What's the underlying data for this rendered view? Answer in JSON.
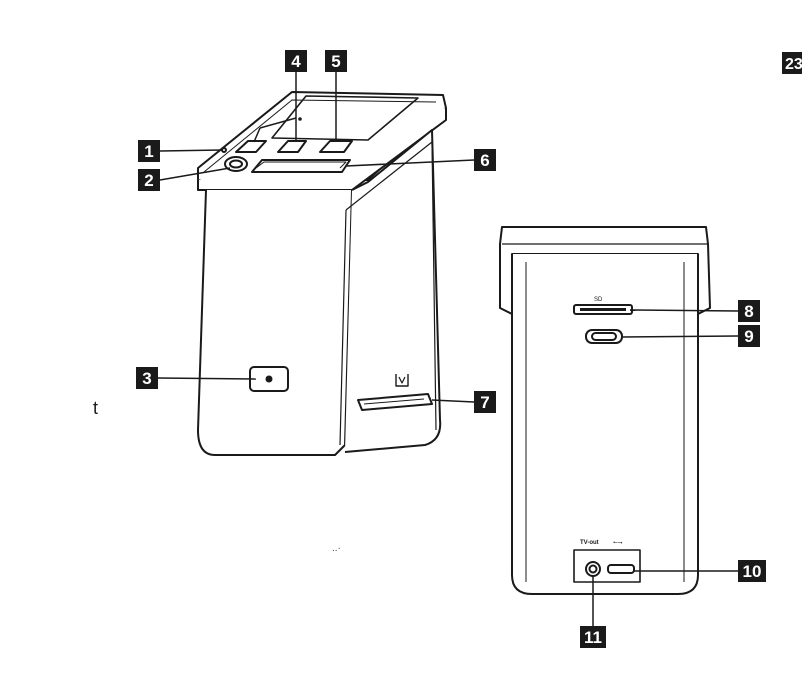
{
  "page_number": "23",
  "stray_letter": "t",
  "stray_marks": "..·",
  "port_labels": {
    "sd_slot": "SD",
    "tv_out": "TV-out",
    "usb": "⭠⭢"
  },
  "callouts": [
    {
      "id": "1",
      "label": "1"
    },
    {
      "id": "2",
      "label": "2"
    },
    {
      "id": "3",
      "label": "3"
    },
    {
      "id": "4",
      "label": "4"
    },
    {
      "id": "5",
      "label": "5"
    },
    {
      "id": "6",
      "label": "6"
    },
    {
      "id": "7",
      "label": "7"
    },
    {
      "id": "8",
      "label": "8"
    },
    {
      "id": "9",
      "label": "9"
    },
    {
      "id": "10",
      "label": "10"
    },
    {
      "id": "11",
      "label": "11"
    }
  ],
  "colors": {
    "line": "#1a1a1a",
    "label_bg": "#1a1a1a",
    "label_text": "#ffffff",
    "body_fill": "#ffffff"
  }
}
